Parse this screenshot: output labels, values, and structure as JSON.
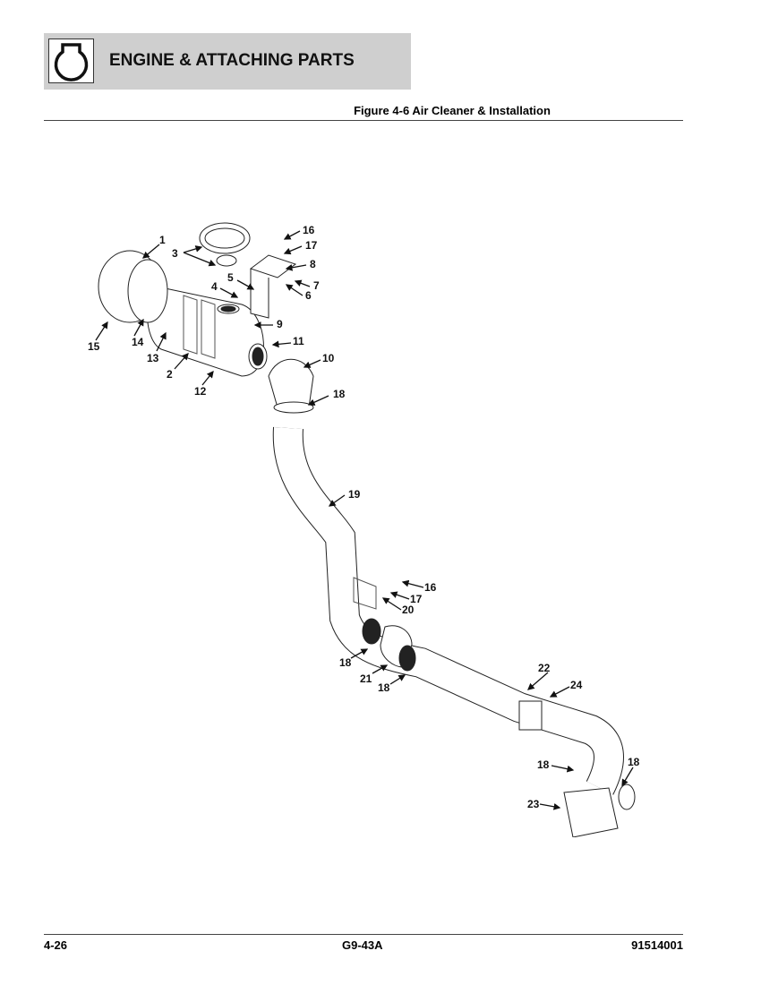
{
  "header": {
    "title": "ENGINE & ATTACHING PARTS",
    "icon": "engine-section-icon"
  },
  "figure": {
    "title": "Figure 4-6 Air Cleaner & Installation"
  },
  "callouts": [
    "1",
    "3",
    "16",
    "17",
    "8",
    "7",
    "6",
    "5",
    "4",
    "9",
    "11",
    "10",
    "18",
    "15",
    "14",
    "13",
    "2",
    "12",
    "19",
    "16",
    "17",
    "20",
    "18",
    "21",
    "18",
    "22",
    "24",
    "18",
    "18",
    "23"
  ],
  "footer": {
    "page": "4-26",
    "model": "G9-43A",
    "doc_number": "91514001"
  }
}
